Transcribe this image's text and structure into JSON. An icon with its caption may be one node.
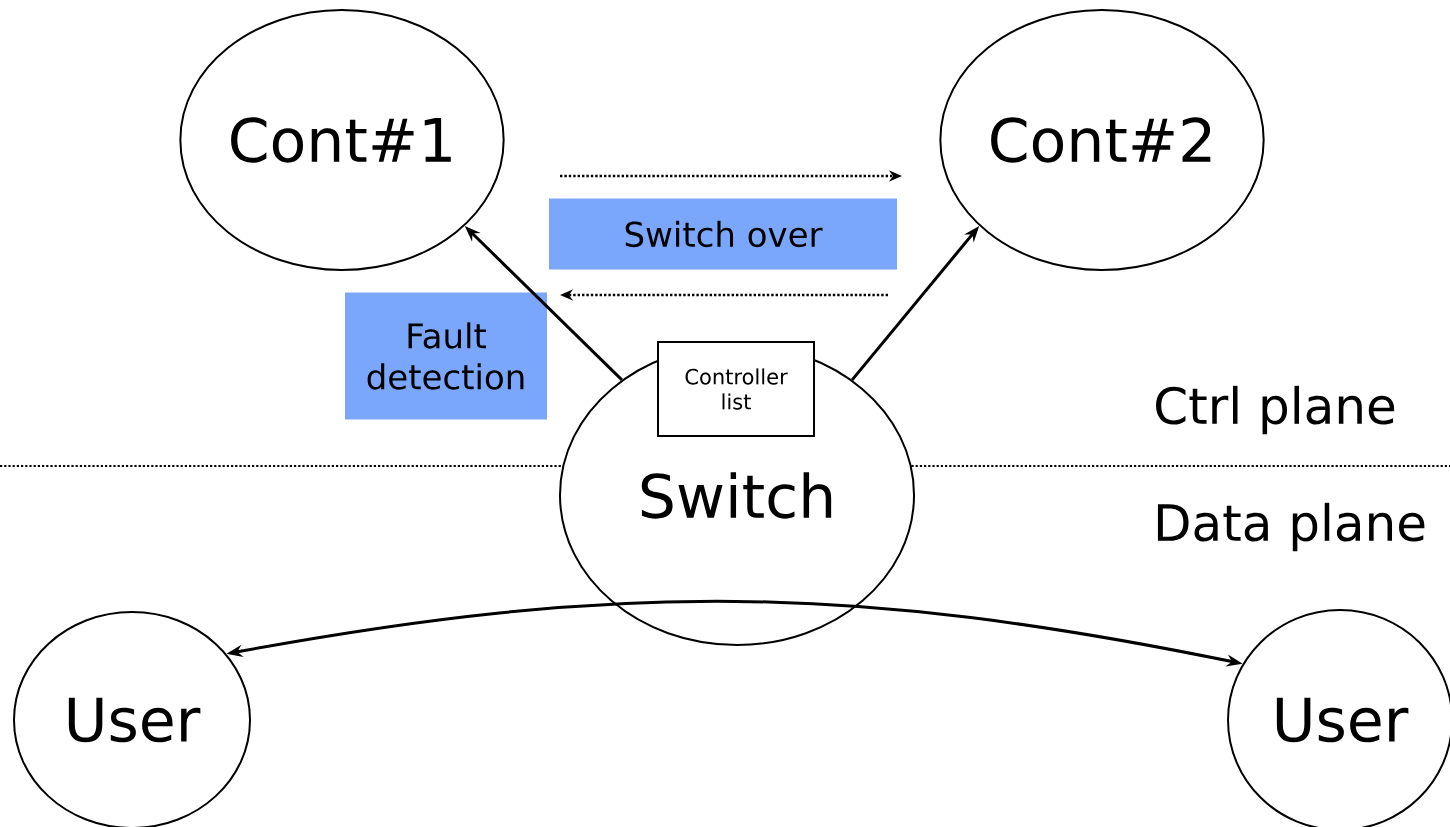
{
  "diagram": {
    "nodes": [
      {
        "text": [
          "Cont#1"
        ]
      },
      {
        "text": [
          "Cont#2"
        ]
      },
      {
        "text": [
          "Switch"
        ]
      },
      {
        "text": [
          "Controller list"
        ],
        "in": 2
      },
      {
        "text": [
          "User"
        ]
      },
      {
        "text": [
          "User"
        ]
      },
      {
        "text": [
          "Switch over"
        ]
      },
      {
        "text": [
          "Fault detection"
        ]
      }
    ],
    "edges": [
      {
        "from": 2,
        "to": 0,
        "arrow": "to"
      },
      {
        "from": 2,
        "to": 1,
        "arrow": "to"
      },
      {
        "from": 4,
        "to": 5,
        "arrow": "both"
      }
    ],
    "labels": [
      "Ctrl plane",
      "Data plane"
    ]
  }
}
